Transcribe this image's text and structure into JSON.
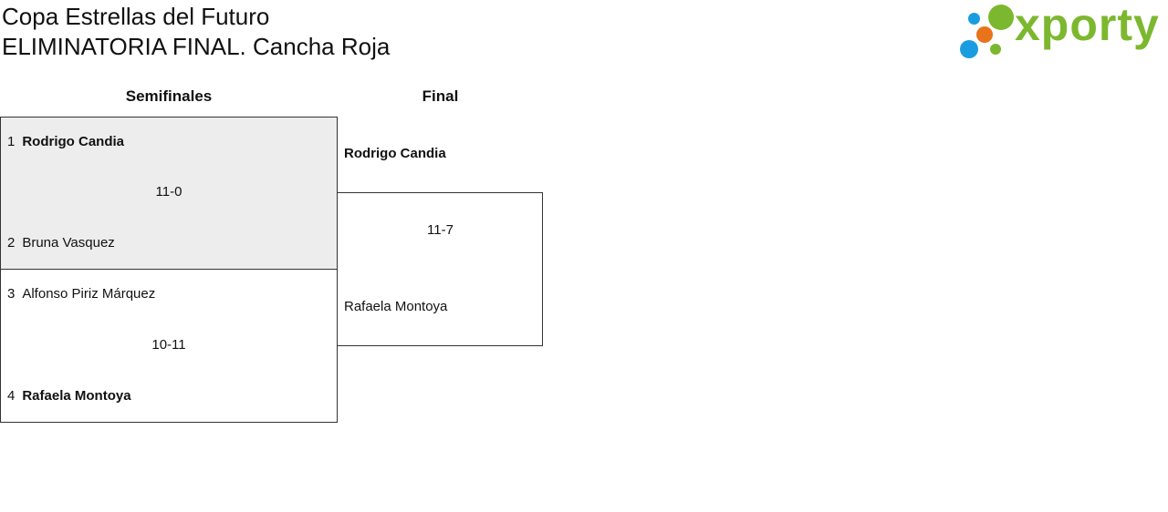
{
  "header": {
    "tournament": "Copa Estrellas del Futuro",
    "stage": "ELIMINATORIA FINAL. Cancha Roja"
  },
  "logo": {
    "text": "xporty",
    "colors": {
      "green": "#7cb82f",
      "blue": "#1a9de0",
      "orange": "#e8731a"
    }
  },
  "rounds": {
    "semifinals": "Semifinales",
    "final": "Final"
  },
  "semifinals": [
    {
      "score": "11-0",
      "players": [
        {
          "seed": "1",
          "name": "Rodrigo Candia",
          "winner": true
        },
        {
          "seed": "2",
          "name": "Bruna Vasquez",
          "winner": false
        }
      ]
    },
    {
      "score": "10-11",
      "players": [
        {
          "seed": "3",
          "name": "Alfonso Piriz Márquez",
          "winner": false
        },
        {
          "seed": "4",
          "name": "Rafaela Montoya",
          "winner": true
        }
      ]
    }
  ],
  "final": {
    "score": "11-7",
    "players": [
      {
        "name": "Rodrigo Candia",
        "winner": true
      },
      {
        "name": "Rafaela Montoya",
        "winner": false
      }
    ]
  }
}
